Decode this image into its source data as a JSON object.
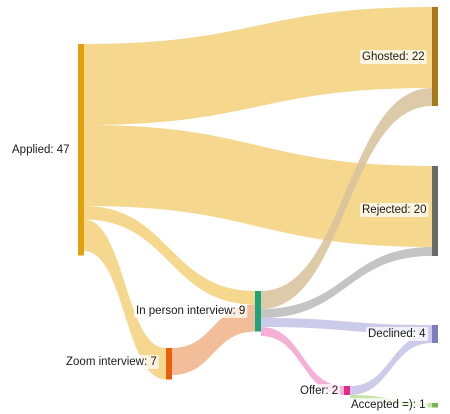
{
  "chart_data": {
    "type": "sankey",
    "nodes": [
      {
        "id": "applied",
        "label": "Applied: 47",
        "value": 47,
        "color": "#e0a10a"
      },
      {
        "id": "zoom",
        "label": "Zoom interview: 7",
        "value": 7,
        "color": "#e8600c"
      },
      {
        "id": "inperson",
        "label": "In person interview: 9",
        "value": 9,
        "color": "#1fa37a"
      },
      {
        "id": "ghosted",
        "label": "Ghosted: 22",
        "value": 22,
        "color": "#a8781e"
      },
      {
        "id": "rejected",
        "label": "Rejected: 20",
        "value": 20,
        "color": "#6a6a6a"
      },
      {
        "id": "declined",
        "label": "Declined: 4",
        "value": 4,
        "color": "#7d7ebe"
      },
      {
        "id": "offer",
        "label": "Offer: 2",
        "value": 2,
        "color": "#e2268a"
      },
      {
        "id": "accepted",
        "label": "Accepted =): 1",
        "value": 1,
        "color": "#78b548"
      }
    ],
    "links": [
      {
        "source": "applied",
        "target": "ghosted",
        "value": 18,
        "color": "#f4d27e"
      },
      {
        "source": "applied",
        "target": "rejected",
        "value": 18,
        "color": "#f4d27e"
      },
      {
        "source": "applied",
        "target": "inperson",
        "value": 3,
        "color": "#f4d27e"
      },
      {
        "source": "applied",
        "target": "zoom",
        "value": 7,
        "color": "#f4d27e"
      },
      {
        "source": "zoom",
        "target": "inperson",
        "value": 6,
        "color": "#f0b58c"
      },
      {
        "source": "inperson",
        "target": "ghosted",
        "value": 4,
        "color": "#d8c39c"
      },
      {
        "source": "inperson",
        "target": "rejected",
        "value": 2,
        "color": "#bcbcbc"
      },
      {
        "source": "inperson",
        "target": "declined",
        "value": 2,
        "color": "#c5c4e6"
      },
      {
        "source": "inperson",
        "target": "offer",
        "value": 2,
        "color": "#f2a6cf"
      },
      {
        "source": "offer",
        "target": "declined",
        "value": 2,
        "color": "#c5c4e6"
      },
      {
        "source": "offer",
        "target": "accepted",
        "value": 1,
        "color": "#bddf9e"
      }
    ]
  }
}
